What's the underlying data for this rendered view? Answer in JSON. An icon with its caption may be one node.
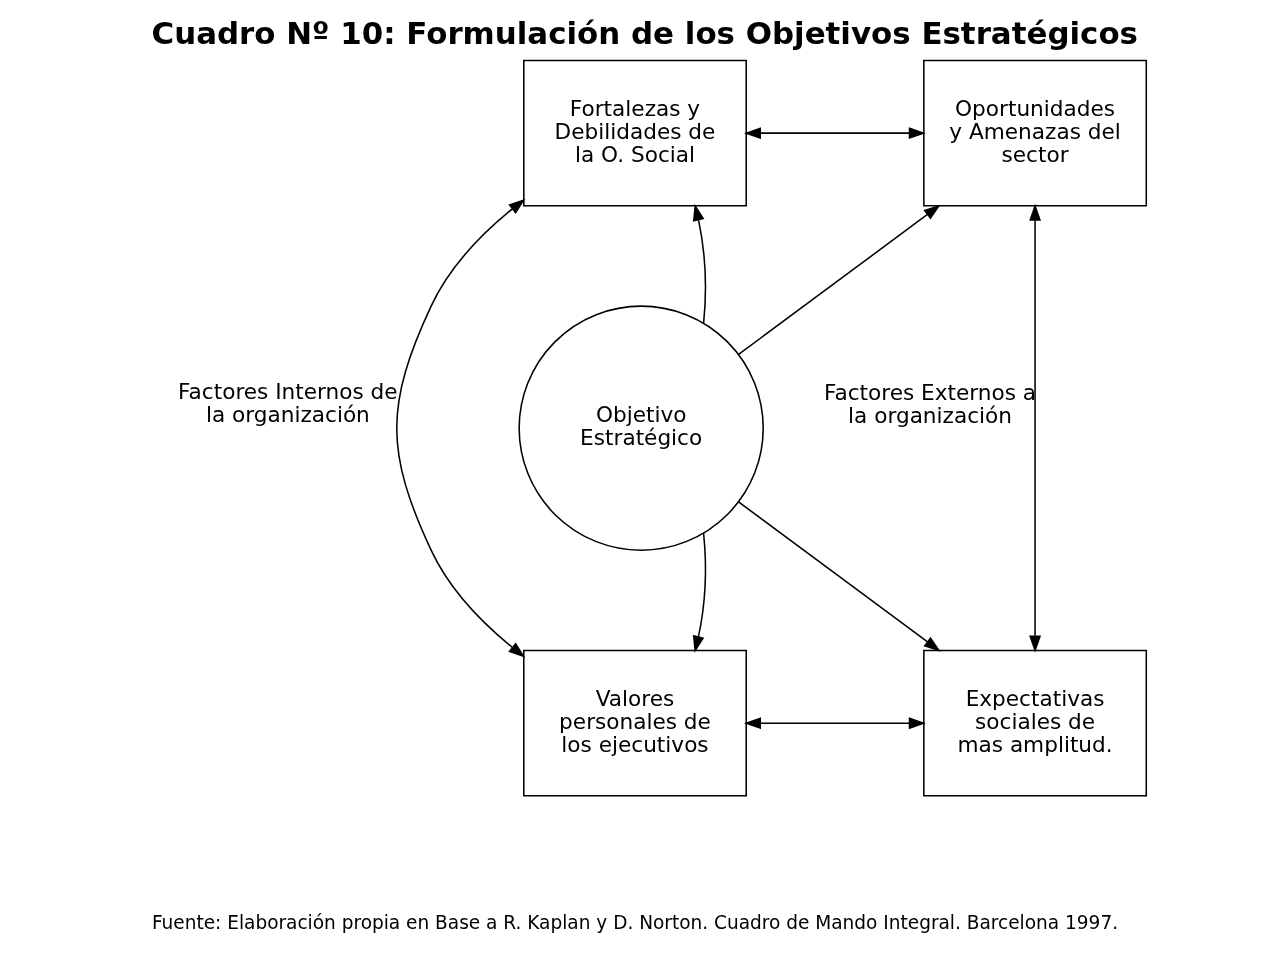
{
  "diagram": {
    "title": "Cuadro Nº 10: Formulación de los Objetivos Estratégicos",
    "caption": "Fuente: Elaboración propia en Base a R. Kaplan y D. Norton. Cuadro de Mando Integral. Barcelona 1997.",
    "nodes": [
      {
        "text": [
          "Fortalezas y Debilidades de la O. Social"
        ]
      },
      {
        "text": [
          "Oportunidades y Amenazas del sector"
        ]
      },
      {
        "text": [
          "Objetivo Estratégico"
        ]
      },
      {
        "text": [
          "Valores personales de los ejecutivos"
        ]
      },
      {
        "text": [
          "Expectativas sociales de mas amplitud."
        ]
      }
    ],
    "edges": [
      {
        "from": 0,
        "to": 1,
        "arrow": "both"
      },
      {
        "from": 2,
        "to": 0,
        "arrow": "to"
      },
      {
        "from": 2,
        "to": 1,
        "arrow": "to"
      },
      {
        "from": 0,
        "to": 3,
        "arrow": "both",
        "label": "Factores Internos de la organización"
      },
      {
        "from": 1,
        "to": 4,
        "arrow": "both",
        "label": "Factores Externos a la organización"
      },
      {
        "from": 2,
        "to": 3,
        "arrow": "to"
      },
      {
        "from": 2,
        "to": 4,
        "arrow": "to"
      },
      {
        "from": 3,
        "to": 4,
        "arrow": "both"
      }
    ]
  }
}
